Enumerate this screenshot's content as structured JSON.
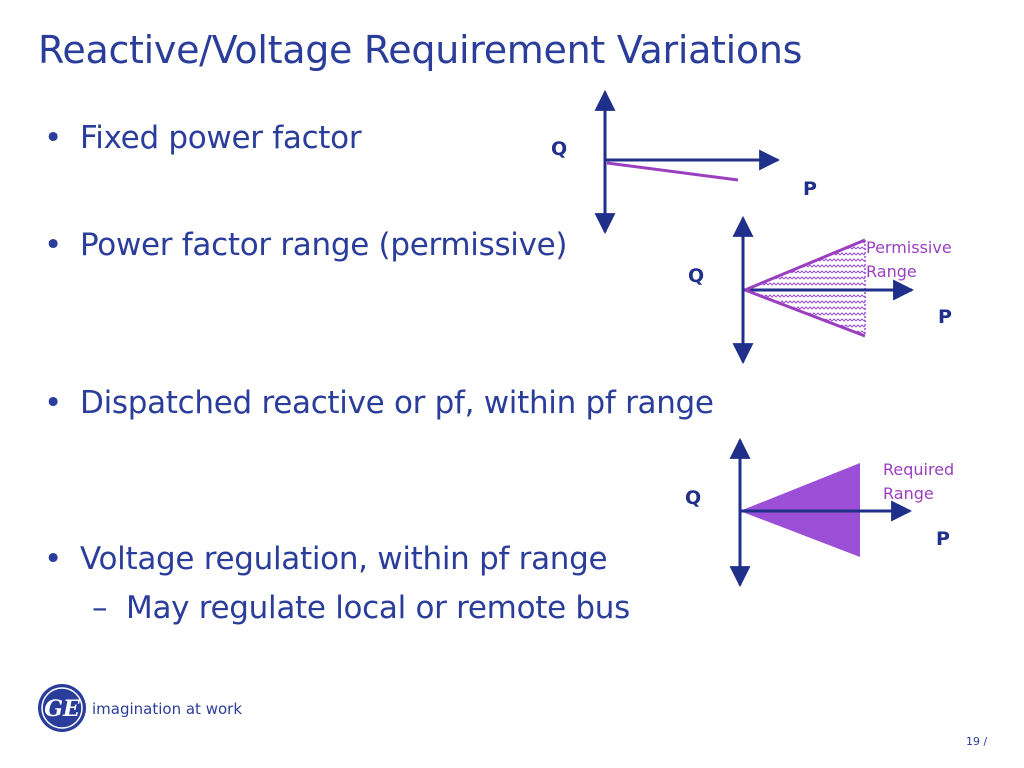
{
  "slide": {
    "title": "Reactive/Voltage Requirement Variations",
    "page_number": "19 /"
  },
  "bullets": [
    {
      "text": "Fixed power factor"
    },
    {
      "text": "Power factor range (permissive)"
    },
    {
      "text": "Dispatched reactive or pf, within pf range"
    },
    {
      "text": "Voltage regulation, within pf range"
    }
  ],
  "sub_bullets": [
    {
      "text": "May regulate local or remote bus"
    }
  ],
  "diagrams": {
    "fixed": {
      "q_label": "Q",
      "p_label": "P"
    },
    "permissive": {
      "q_label": "Q",
      "p_label": "P",
      "region_label_1": "Permissive",
      "region_label_2": "Range"
    },
    "required": {
      "q_label": "Q",
      "p_label": "P",
      "region_label_1": "Required",
      "region_label_2": "Range"
    }
  },
  "footer": {
    "tagline": "imagination at work",
    "logo_icon": "ge-monogram-icon"
  },
  "colors": {
    "text": "#2a3d9a",
    "axis": "#1f2f8a",
    "purple_line": "#9b3fc0",
    "purple_fill": "#9b4fd6"
  }
}
